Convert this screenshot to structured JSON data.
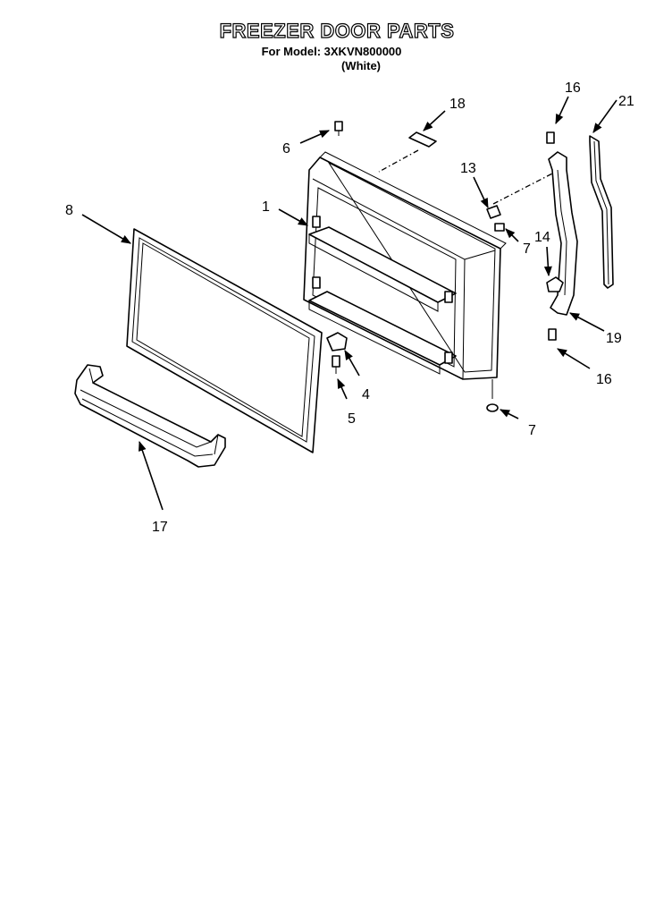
{
  "header": {
    "title": "FREEZER DOOR PARTS",
    "model_line": "For Model: 3XKVN800000",
    "color_line": "(White)"
  },
  "callouts": {
    "c1": "1",
    "c4": "4",
    "c5": "5",
    "c6": "6",
    "c7a": "7",
    "c7b": "7",
    "c8": "8",
    "c13": "13",
    "c14": "14",
    "c16a": "16",
    "c16b": "16",
    "c17": "17",
    "c18": "18",
    "c19": "19",
    "c21": "21"
  }
}
